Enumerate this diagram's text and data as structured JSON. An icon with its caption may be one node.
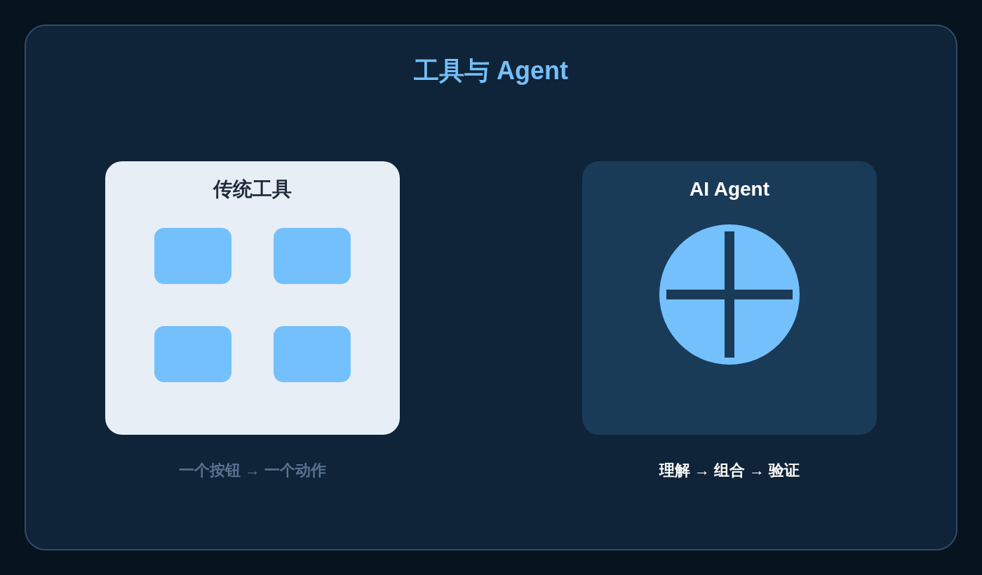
{
  "diagram": {
    "title": "工具与 Agent",
    "nodes": [
      {
        "text": [
          "传统工具"
        ],
        "beside": [
          "一个按钮 → 一个动作"
        ]
      },
      {
        "text": [],
        "shape": "box",
        "in": 0
      },
      {
        "text": [],
        "shape": "box",
        "in": 0
      },
      {
        "text": [],
        "shape": "box",
        "in": 0
      },
      {
        "text": [],
        "shape": "box",
        "in": 0
      },
      {
        "text": [
          "AI Agent"
        ],
        "beside": [
          "理解 → 组合 → 验证"
        ]
      },
      {
        "text": [],
        "shape": "circle",
        "in": 5
      }
    ]
  }
}
